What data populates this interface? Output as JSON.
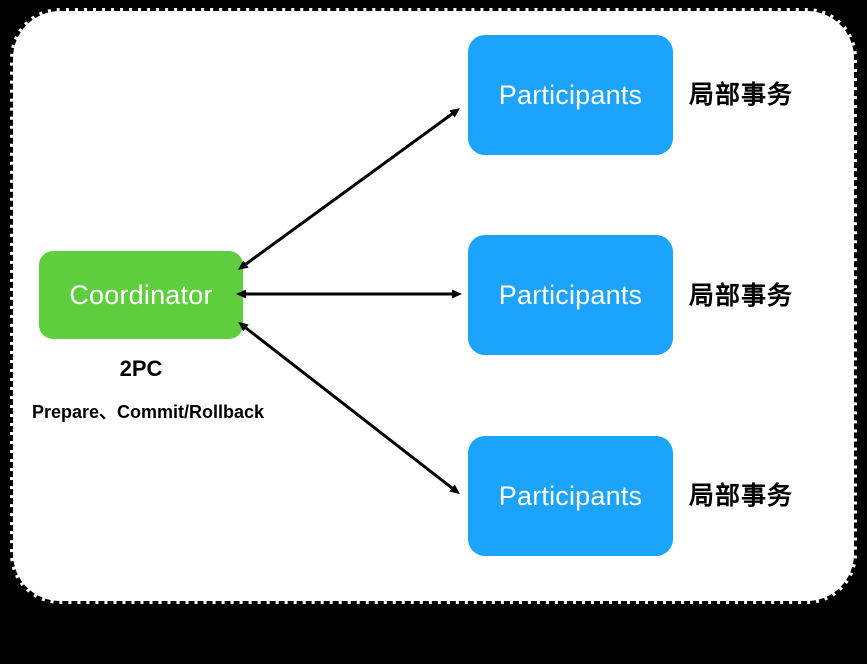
{
  "diagram": {
    "title_text": "2PC",
    "coordinator": {
      "label": "Coordinator",
      "color": "#5ECE3F"
    },
    "participants": [
      {
        "label": "Participants",
        "color": "#1CA3FB",
        "side_label": "局部事务"
      },
      {
        "label": "Participants",
        "color": "#1CA3FB",
        "side_label": "局部事务"
      },
      {
        "label": "Participants",
        "color": "#1CA3FB",
        "side_label": "局部事务"
      }
    ],
    "captions": {
      "protocol": "2PC",
      "operations": "Prepare、Commit/Rollback"
    },
    "edges": [
      {
        "from": "coordinator",
        "to": "participant-1",
        "style": "double-headed-arrow"
      },
      {
        "from": "coordinator",
        "to": "participant-2",
        "style": "double-headed-arrow"
      },
      {
        "from": "coordinator",
        "to": "participant-3",
        "style": "double-headed-arrow"
      }
    ],
    "colors": {
      "background": "#000000",
      "panel": "#ffffff",
      "border": "#000000",
      "arrow": "#000000",
      "text_on_node": "#ffffff",
      "text_label": "#000000"
    }
  }
}
